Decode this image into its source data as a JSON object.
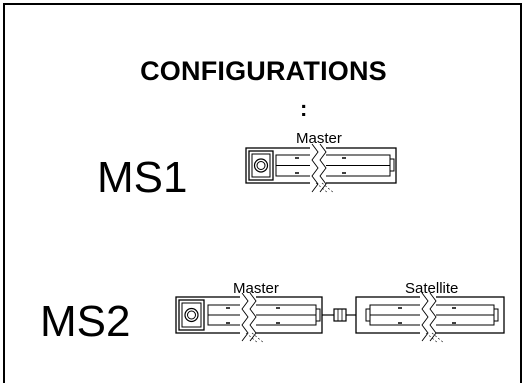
{
  "title": "CONFIGURATIONS",
  "colon": ":",
  "configs": [
    {
      "label": "MS1",
      "units": [
        {
          "label": "Master"
        }
      ]
    },
    {
      "label": "MS2",
      "units": [
        {
          "label": "Master"
        },
        {
          "label": "Satellite"
        }
      ]
    }
  ],
  "colors": {
    "line": "#000000",
    "background": "#ffffff"
  }
}
